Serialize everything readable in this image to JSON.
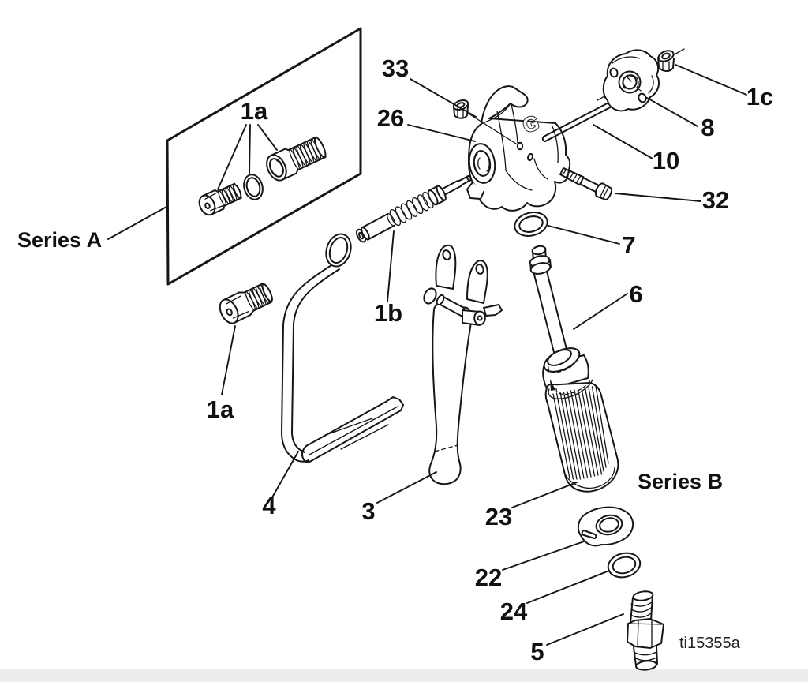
{
  "figure": {
    "drawing_number": "ti15355a",
    "logo_letter": "G",
    "series": {
      "a": "Series A",
      "b": "Series B"
    },
    "callouts": {
      "box_1a": "1a",
      "n33": "33",
      "n26": "26",
      "n1c": "1c",
      "n8": "8",
      "n10": "10",
      "n32": "32",
      "n7": "7",
      "n6": "6",
      "n1b": "1b",
      "lower_1a": "1a",
      "n4": "4",
      "n3": "3",
      "n23": "23",
      "n22": "22",
      "n24": "24",
      "n5": "5"
    }
  }
}
